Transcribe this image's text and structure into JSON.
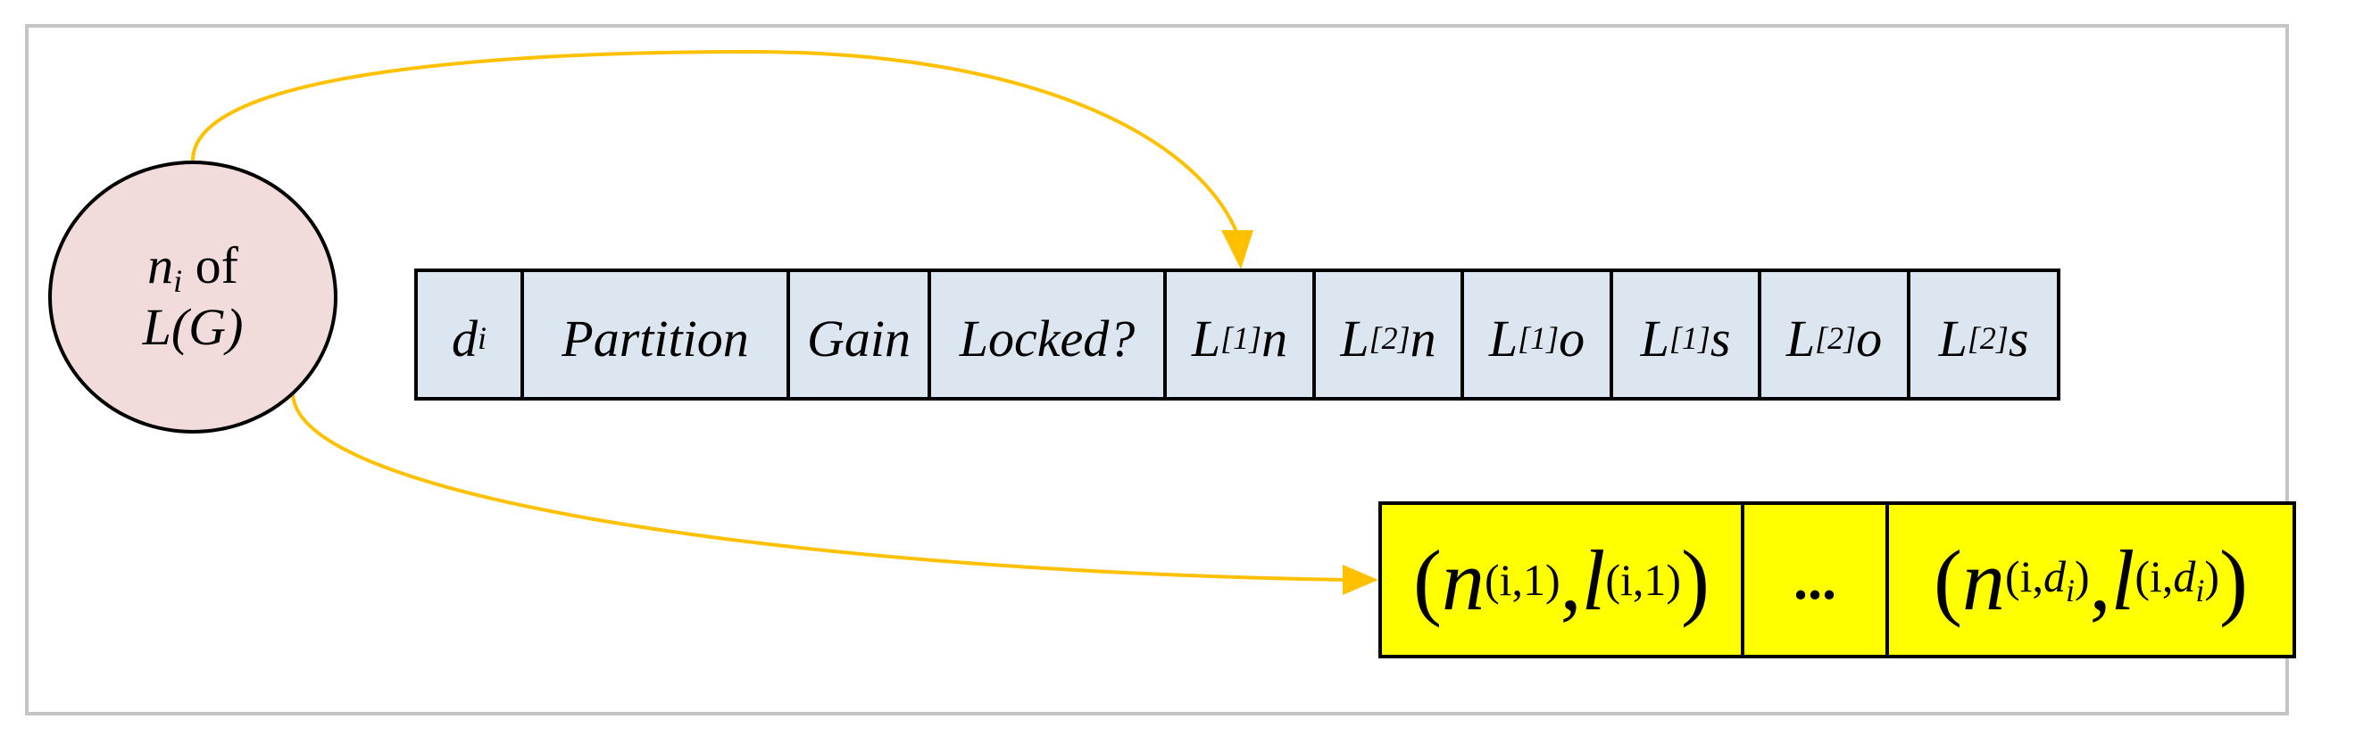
{
  "node": {
    "name": "n",
    "subscript": "i",
    "of_text": "of",
    "graph_label": "L(G)"
  },
  "record_fields": [
    {
      "main": "d",
      "sub": "i",
      "post": ""
    },
    {
      "main": "Partition",
      "sub": "",
      "post": ""
    },
    {
      "main": "Gain",
      "sub": "",
      "post": ""
    },
    {
      "main": "Locked?",
      "sub": "",
      "post": ""
    },
    {
      "main": "L",
      "sub": "[1]",
      "post": "n"
    },
    {
      "main": "L",
      "sub": "[2]",
      "post": "n"
    },
    {
      "main": "L",
      "sub": "[1]",
      "post": "o"
    },
    {
      "main": "L",
      "sub": "[1]",
      "post": "s"
    },
    {
      "main": "L",
      "sub": "[2]",
      "post": "o"
    },
    {
      "main": "L",
      "sub": "[2]",
      "post": "s"
    }
  ],
  "adjacency_list": {
    "first_entry": {
      "open": "(",
      "node": "n",
      "node_sub": "(i,1)",
      "comma": ",",
      "link": "l",
      "link_sub": "(i,1)",
      "close": ")"
    },
    "ellipsis": "...",
    "last_entry": {
      "open": "(",
      "node": "n",
      "node_sub_prefix": "(i,",
      "node_sub_var": "d",
      "node_sub_var_sub": "i",
      "node_sub_suffix": ")",
      "comma": ",",
      "link": "l",
      "link_sub_prefix": "(i,",
      "link_sub_var": "d",
      "link_sub_var_sub": "i",
      "link_sub_suffix": ")",
      "close": ")"
    }
  },
  "colors": {
    "node_fill": "#f2dcdb",
    "record_fill": "#dce6f1",
    "list_fill": "#ffff00",
    "arrow": "#ffc000",
    "frame": "#c4c4c4"
  }
}
